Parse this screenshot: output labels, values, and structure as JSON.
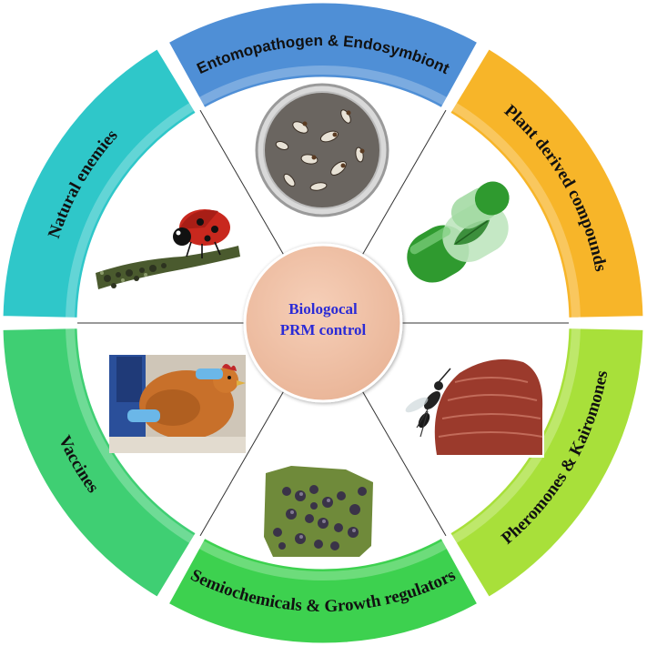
{
  "center": {
    "line1": "Biologocal",
    "line2": "PRM control",
    "fill": "#f2c4a8",
    "text_color": "#2b2bd6"
  },
  "segments": [
    {
      "id": "entomopathogen",
      "label": "Entomopathogen & Endosymbiont",
      "color": "#4f8fd6",
      "picture": "petri-dish-mites-image"
    },
    {
      "id": "plant-derived",
      "label": "Plant derived compounds",
      "color": "#f7b529",
      "picture": "herbal-capsule-image"
    },
    {
      "id": "pheromones",
      "label": "Pheromones  & Kairomones",
      "color": "#a8e03a",
      "picture": "wasp-on-larva-image"
    },
    {
      "id": "semiochemicals",
      "label": "Semiochemicals & Growth regulators",
      "color": "#3dd14f",
      "picture": "mite-cluster-image"
    },
    {
      "id": "vaccines",
      "label": "Vaccines",
      "color": "#3fcf73",
      "picture": "chicken-vaccination-image"
    },
    {
      "id": "natural-enemies",
      "label": "Natural enemies",
      "color": "#2fc7c9",
      "picture": "ladybird-aphids-image"
    }
  ]
}
